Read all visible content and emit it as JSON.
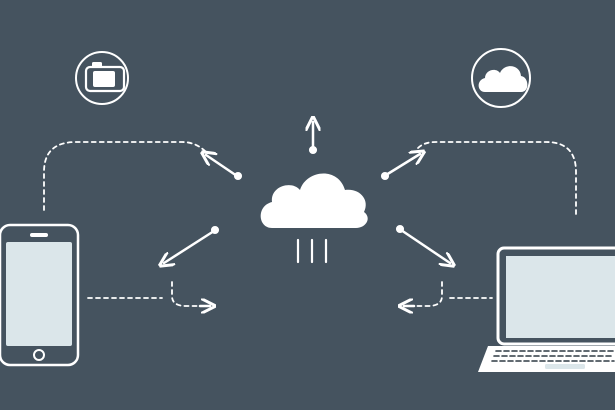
{
  "theme": {
    "background": "#45535f",
    "line": "#ffffff",
    "device_screen": "#dbe6ea",
    "keyboard": "#2f3a44"
  },
  "diagram": {
    "center": {
      "icon": "cloud-icon",
      "rain_marks": 3
    },
    "corner_icons": [
      {
        "name": "camera-icon"
      },
      {
        "name": "cloud-badge-icon"
      }
    ],
    "devices": [
      {
        "name": "smartphone-icon"
      },
      {
        "name": "laptop-icon"
      }
    ],
    "connectors": {
      "dashed": 4,
      "arrows": 6
    }
  }
}
